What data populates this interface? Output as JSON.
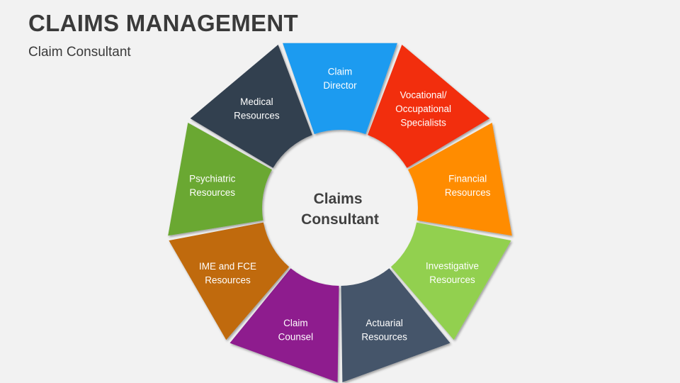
{
  "title": "CLAIMS MANAGEMENT",
  "subtitle": "Claim Consultant",
  "center": {
    "lines": [
      "Claims",
      "Consultant"
    ]
  },
  "segments": [
    {
      "id": "claim-director",
      "lines": [
        "Claim",
        "Director"
      ],
      "color": "#1e9bf0"
    },
    {
      "id": "vocational-occupational-specialists",
      "lines": [
        "Vocational/",
        "Occupational",
        "Specialists"
      ],
      "color": "#f22e0c"
    },
    {
      "id": "financial-resources",
      "lines": [
        "Financial",
        "Resources"
      ],
      "color": "#ff8c00"
    },
    {
      "id": "investigative-resources",
      "lines": [
        "Investigative",
        "Resources"
      ],
      "color": "#92d050"
    },
    {
      "id": "actuarial-resources",
      "lines": [
        "Actuarial",
        "Resources"
      ],
      "color": "#44546a"
    },
    {
      "id": "claim-counsel",
      "lines": [
        "Claim",
        "Counsel"
      ],
      "color": "#8e1d8e"
    },
    {
      "id": "ime-and-fce-resources",
      "lines": [
        "IME and FCE",
        "Resources"
      ],
      "color": "#c06a09"
    },
    {
      "id": "psychiatric-resources",
      "lines": [
        "Psychiatric",
        "Resources"
      ],
      "color": "#6aa832"
    },
    {
      "id": "medical-resources",
      "lines": [
        "Medical",
        "Resources"
      ],
      "color": "#333f50"
    }
  ]
}
